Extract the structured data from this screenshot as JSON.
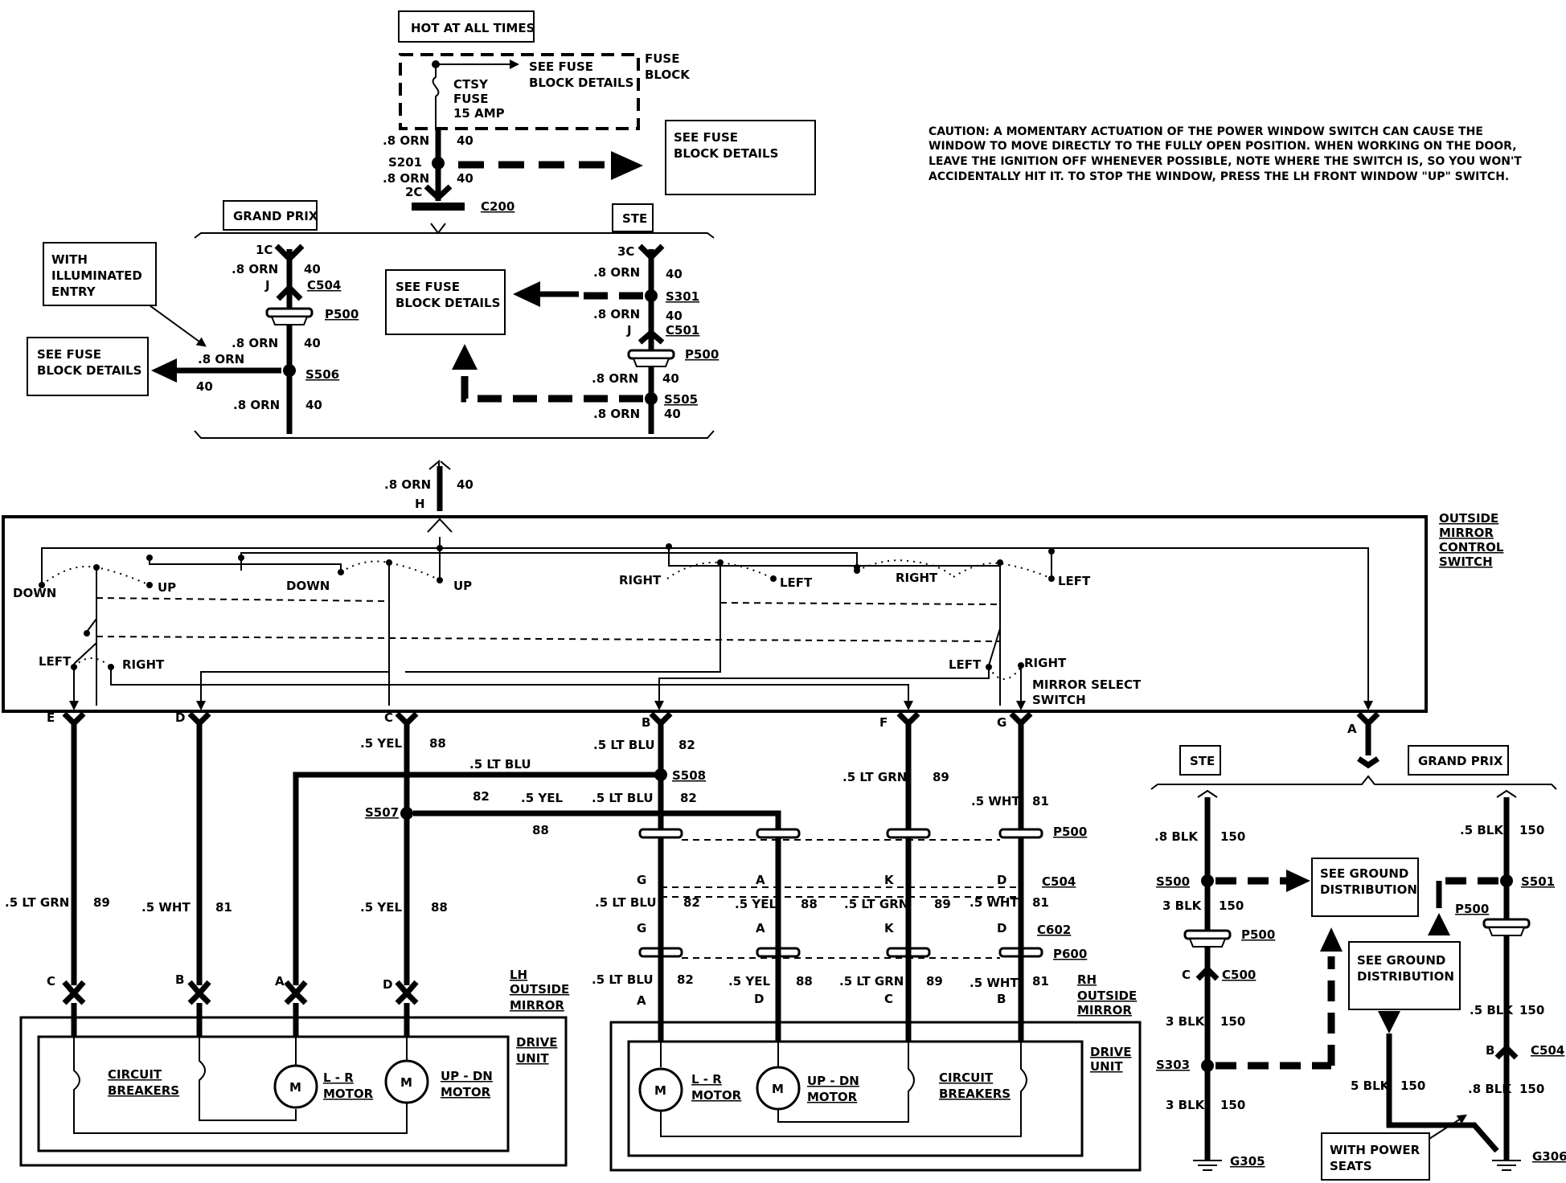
{
  "boxes": {
    "hot": "HOT AT ALL TIMES",
    "see_fuse_top_1": "SEE FUSE",
    "see_fuse_top_2": "BLOCK DETAILS",
    "fuse_block_1": "FUSE",
    "fuse_block_2": "BLOCK",
    "ctsy_fuse_1": "CTSY",
    "ctsy_fuse_2": "FUSE",
    "ctsy_fuse_3": "15 AMP",
    "see_fuse_right_1": "SEE FUSE",
    "see_fuse_right_2": "BLOCK DETAILS",
    "see_fuse_mid_1": "SEE FUSE",
    "see_fuse_mid_2": "BLOCK DETAILS",
    "see_fuse_left_1": "SEE FUSE",
    "see_fuse_left_2": "BLOCK DETAILS",
    "illum_1": "WITH",
    "illum_2": "ILLUMINATED",
    "illum_3": "ENTRY",
    "grand_prix": "GRAND PRIX",
    "ste": "STE",
    "ste2": "STE",
    "grand_prix2": "GRAND PRIX",
    "ground1_1": "SEE GROUND",
    "ground1_2": "DISTRIBUTION",
    "ground2_1": "SEE GROUND",
    "ground2_2": "DISTRIBUTION",
    "power_seats_1": "WITH POWER",
    "power_seats_2": "SEATS"
  },
  "caution": [
    "CAUTION: A MOMENTARY ACTUATION OF THE POWER WINDOW SWITCH CAN CAUSE THE",
    "WINDOW TO MOVE DIRECTLY TO THE  FULLY OPEN POSITION. WHEN WORKING ON THE DOOR,",
    "LEAVE THE IGNITION OFF WHENEVER POSSIBLE, NOTE WHERE THE SWITCH IS, SO YOU WON'T",
    "ACCIDENTALLY HIT IT. TO STOP THE WINDOW, PRESS THE LH FRONT WINDOW \"UP\" SWITCH."
  ],
  "switch": {
    "title_1": "OUTSIDE",
    "title_2": "MIRROR",
    "title_3": "CONTROL",
    "title_4": "SWITCH",
    "select_1": "MIRROR SELECT",
    "select_2": "SWITCH",
    "down": "DOWN",
    "up": "UP",
    "right": "RIGHT",
    "left": "LEFT"
  },
  "wires": {
    "orn8": ".8 ORN",
    "c40": "40",
    "lt_grn5": ".5 LT GRN",
    "wht5": ".5 WHT",
    "yel5": ".5 YEL",
    "lt_blu5": ".5 LT BLU",
    "c89": "89",
    "c81": "81",
    "c88": "88",
    "c82": "82",
    "blk8": ".8 BLK",
    "blk3": "3 BLK",
    "blk5d": ".5 BLK",
    "blk5": "5 BLK",
    "c150": "150"
  },
  "connectors": {
    "s201": "S201",
    "c200": "C200",
    "c2": "2C",
    "c1": "1C",
    "c3": "3C",
    "c504": "C504",
    "p500": "P500",
    "s506": "S506",
    "s301": "S301",
    "c501": "C501",
    "s505": "S505",
    "j": "J",
    "h": "H",
    "s508": "S508",
    "s507": "S507",
    "c602": "C602",
    "p600": "P600",
    "s500": "S500",
    "c500": "C500",
    "s303": "S303",
    "g305": "G305",
    "s501": "S501",
    "g306": "G306"
  },
  "pins": {
    "a": "A",
    "b": "B",
    "c": "C",
    "d": "D",
    "e": "E",
    "f": "F",
    "g": "G",
    "k": "K"
  },
  "mirrors": {
    "lh_1": "LH",
    "lh_2": "OUTSIDE",
    "lh_3": "MIRROR",
    "rh_1": "RH",
    "rh_2": "OUTSIDE",
    "rh_3": "MIRROR",
    "drive_1": "DRIVE",
    "drive_2": "UNIT",
    "cb_1": "CIRCUIT",
    "cb_2": "BREAKERS",
    "lr_1": "L - R",
    "lr_2": "MOTOR",
    "ud_1": "UP - DN",
    "ud_2": "MOTOR",
    "m": "M"
  }
}
